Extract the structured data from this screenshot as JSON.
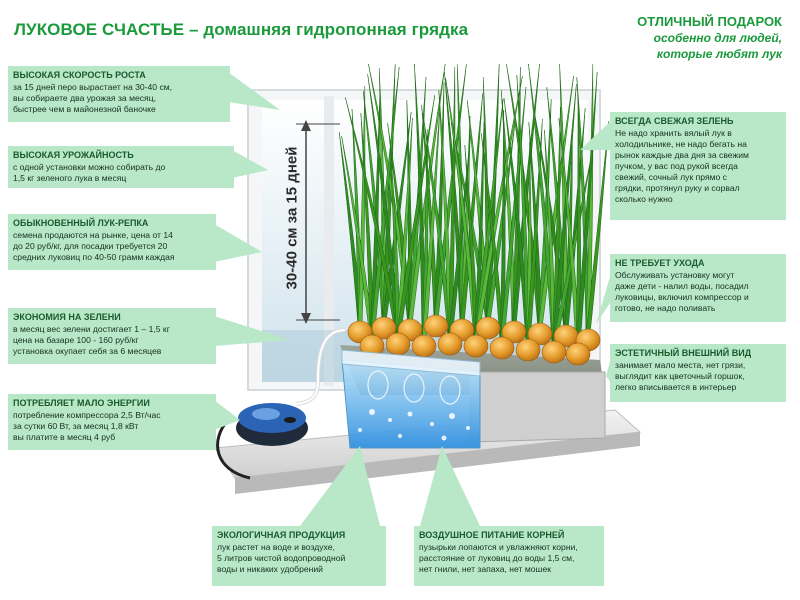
{
  "title": "ЛУКОВОЕ СЧАСТЬЕ – домашняя гидропонная грядка",
  "gift": {
    "line1": "ОТЛИЧНЫЙ ПОДАРОК",
    "line2": "особенно для людей,",
    "line3": "которые любят лук"
  },
  "height_label": "30-40 см за 15 дней",
  "colors": {
    "title_green": "#1b9a3c",
    "box_fill": "#b8e8c8",
    "water_blue": "#3aa6e8",
    "onion_orange": "#e39a2a",
    "leaf_green": "#3f9b2a"
  },
  "features_left": [
    {
      "heading": "ВЫСОКАЯ СКОРОСТЬ РОСТА",
      "text": [
        "за 15 дней перо вырастает на 30-40 см,",
        "вы собираете два урожая за месяц,",
        "быстрее чем в майонезной баночке"
      ]
    },
    {
      "heading": "ВЫСОКАЯ УРОЖАЙНОСТЬ",
      "text": [
        "с одной установки можно собирать до",
        "1,5 кг зеленого лука в месяц"
      ]
    },
    {
      "heading": "ОБЫКНОВЕННЫЙ ЛУК-РЕПКА",
      "text": [
        "семена продаются на рынке, цена от 14",
        "до 20 руб/кг, для посадки требуется 20",
        "средних луковиц по 40-50 грамм каждая"
      ]
    },
    {
      "heading": "ЭКОНОМИЯ НА ЗЕЛЕНИ",
      "text": [
        "в месяц вес зелени достигает 1 – 1,5 кг",
        "цена на базаре 100 - 160 руб/кг",
        "установка окупает себя за 6 месяцев"
      ]
    },
    {
      "heading": "ПОТРЕБЛЯЕТ МАЛО ЭНЕРГИИ",
      "text": [
        "потребление компрессора 2,5 Вт/час",
        "за сутки 60 Вт, за месяц 1,8 кВт",
        "вы платите в месяц 4 руб"
      ]
    }
  ],
  "features_right": [
    {
      "heading": "ВСЕГДА СВЕЖАЯ ЗЕЛЕНЬ",
      "text": [
        "Не надо хранить вялый  лук в",
        "холодильнике, не надо бегать на",
        "рынок каждые два дня за свежим",
        "пучком, у вас под рукой всегда",
        "свежий, сочный лук прямо с",
        "грядки, протянул руку и сорвал",
        "сколько нужно"
      ]
    },
    {
      "heading": "НЕ ТРЕБУЕТ УХОДА",
      "text": [
        "Обслуживать установку могут",
        "даже дети - налил воды, посадил",
        "луковицы, включил компрессор и",
        "готово, не надо поливать"
      ]
    },
    {
      "heading": "ЭСТЕТИЧНЫЙ ВНЕШНИЙ ВИД",
      "text": [
        "занимает мало места, нет грязи,",
        "выглядит как цветочный горшок,",
        "легко вписывается в интерьер"
      ]
    }
  ],
  "features_bottom": [
    {
      "heading": "ЭКОЛОГИЧНАЯ ПРОДУКЦИЯ",
      "text": [
        "лук растет на воде и воздухе,",
        "5 литров чистой водопроводной",
        "воды и никаких удобрений"
      ]
    },
    {
      "heading": "ВОЗДУШНОЕ ПИТАНИЕ КОРНЕЙ",
      "text": [
        "пузырьки лопаются и увлажняют корни,",
        "расстояние от луковиц до воды 1,5 см,",
        "нет гнили, нет запаха, нет мошек"
      ]
    }
  ]
}
